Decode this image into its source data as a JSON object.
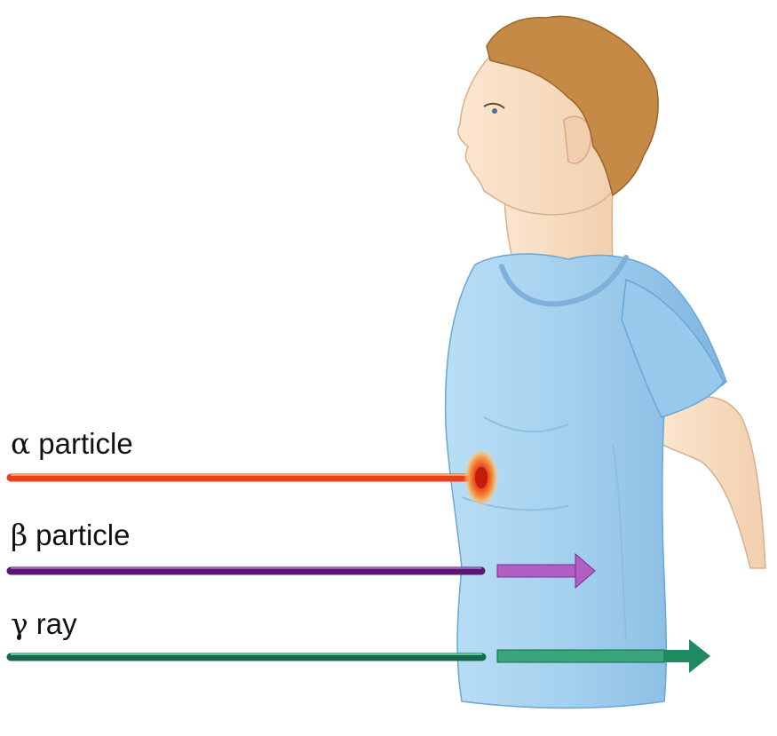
{
  "figure": {
    "rays": [
      {
        "symbol": "α",
        "name": "particle",
        "color": "#e8401c",
        "result": "absorbed at skin surface"
      },
      {
        "symbol": "β",
        "name": "particle",
        "color": "#5a1670",
        "exit_color": "#b25fc4",
        "result": "passes partway into body"
      },
      {
        "symbol": "γ",
        "name": "ray",
        "color": "#1f8a60",
        "exit_color": "#1f8a60",
        "result": "passes through body"
      }
    ],
    "colors": {
      "shirt": "#a9d5f0",
      "shirt_shadow": "#7fb8e2",
      "skin": "#f7dcc0",
      "hair": "#c58a45"
    }
  }
}
